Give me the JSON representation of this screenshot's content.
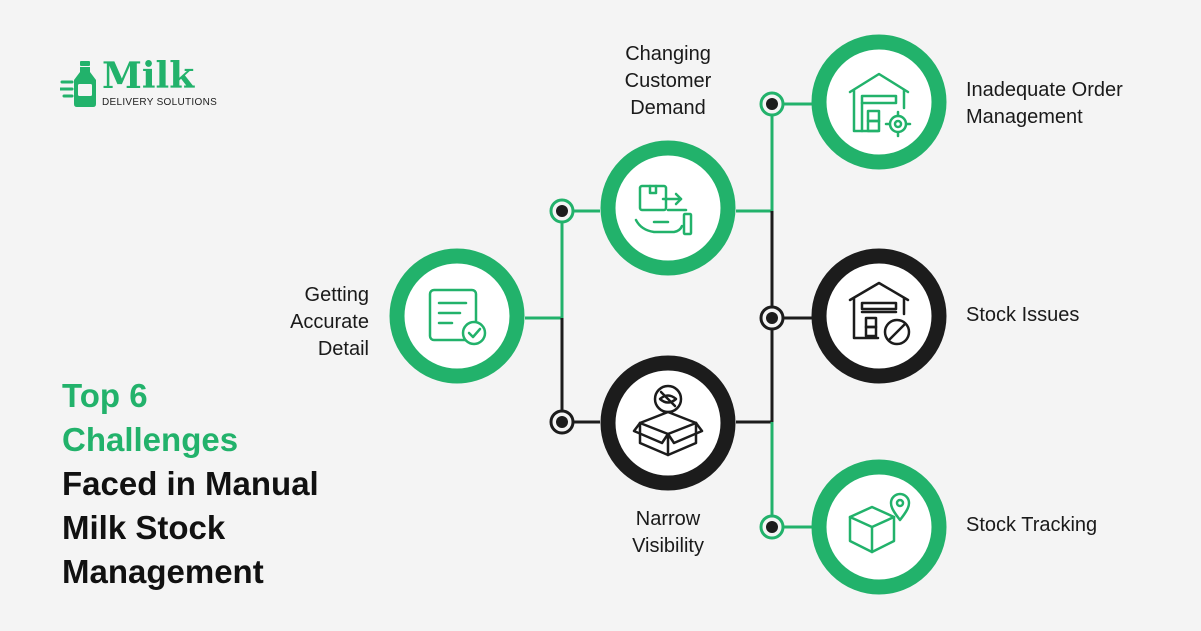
{
  "brand": {
    "name": "Milk",
    "tagline": "DELIVERY SOLUTIONS",
    "icon": "milk-bottle-icon",
    "color": "#22b26b"
  },
  "headline": {
    "green_lines": [
      "Top 6",
      "Challenges"
    ],
    "dark_lines": [
      "Faced in Manual",
      "Milk Stock",
      "Management"
    ]
  },
  "colors": {
    "accent": "#22b26b",
    "dark": "#1c1c1c",
    "background": "#f4f4f4"
  },
  "challenges": [
    {
      "label": "Getting\nAccurate\nDetail",
      "icon": "checklist-document-icon",
      "ring": "green"
    },
    {
      "label": "Changing\nCustomer\nDemand",
      "icon": "box-exchange-hand-icon",
      "ring": "green"
    },
    {
      "label": "Narrow\nVisibility",
      "icon": "box-hidden-eye-icon",
      "ring": "dark"
    },
    {
      "label": "Inadequate Order\nManagement",
      "icon": "warehouse-gear-icon",
      "ring": "green"
    },
    {
      "label": "Stock Issues",
      "icon": "warehouse-blocked-icon",
      "ring": "dark"
    },
    {
      "label": "Stock Tracking",
      "icon": "box-location-pin-icon",
      "ring": "green"
    }
  ]
}
